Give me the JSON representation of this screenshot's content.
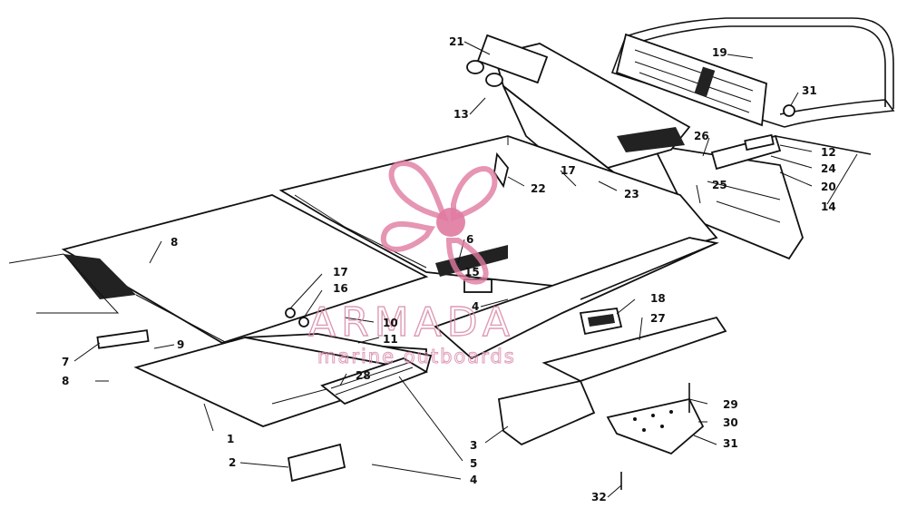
{
  "watermark": {
    "title": "ARMADA",
    "subtitle": "marine outboards",
    "logo_color": "#e07aa0"
  },
  "callouts": [
    {
      "id": "c21",
      "label": "21"
    },
    {
      "id": "c19",
      "label": "19"
    },
    {
      "id": "c31a",
      "label": "31"
    },
    {
      "id": "c13",
      "label": "13"
    },
    {
      "id": "c26",
      "label": "26"
    },
    {
      "id": "c12",
      "label": "12"
    },
    {
      "id": "c24",
      "label": "24"
    },
    {
      "id": "c20",
      "label": "20"
    },
    {
      "id": "c14",
      "label": "14"
    },
    {
      "id": "c25",
      "label": "25"
    },
    {
      "id": "c17a",
      "label": "17"
    },
    {
      "id": "c22",
      "label": "22"
    },
    {
      "id": "c23",
      "label": "23"
    },
    {
      "id": "c6",
      "label": "6"
    },
    {
      "id": "c8a",
      "label": "8"
    },
    {
      "id": "c15",
      "label": "15"
    },
    {
      "id": "c17b",
      "label": "17"
    },
    {
      "id": "c16",
      "label": "16"
    },
    {
      "id": "c4a",
      "label": "4"
    },
    {
      "id": "c18",
      "label": "18"
    },
    {
      "id": "c27",
      "label": "27"
    },
    {
      "id": "c10",
      "label": "10"
    },
    {
      "id": "c11",
      "label": "11"
    },
    {
      "id": "c9",
      "label": "9"
    },
    {
      "id": "c7",
      "label": "7"
    },
    {
      "id": "c28",
      "label": "28"
    },
    {
      "id": "c8b",
      "label": "8"
    },
    {
      "id": "c29",
      "label": "29"
    },
    {
      "id": "c30",
      "label": "30"
    },
    {
      "id": "c1",
      "label": "1"
    },
    {
      "id": "c3",
      "label": "3"
    },
    {
      "id": "c31b",
      "label": "31"
    },
    {
      "id": "c2",
      "label": "2"
    },
    {
      "id": "c5",
      "label": "5"
    },
    {
      "id": "c4b",
      "label": "4"
    },
    {
      "id": "c32",
      "label": "32"
    }
  ]
}
